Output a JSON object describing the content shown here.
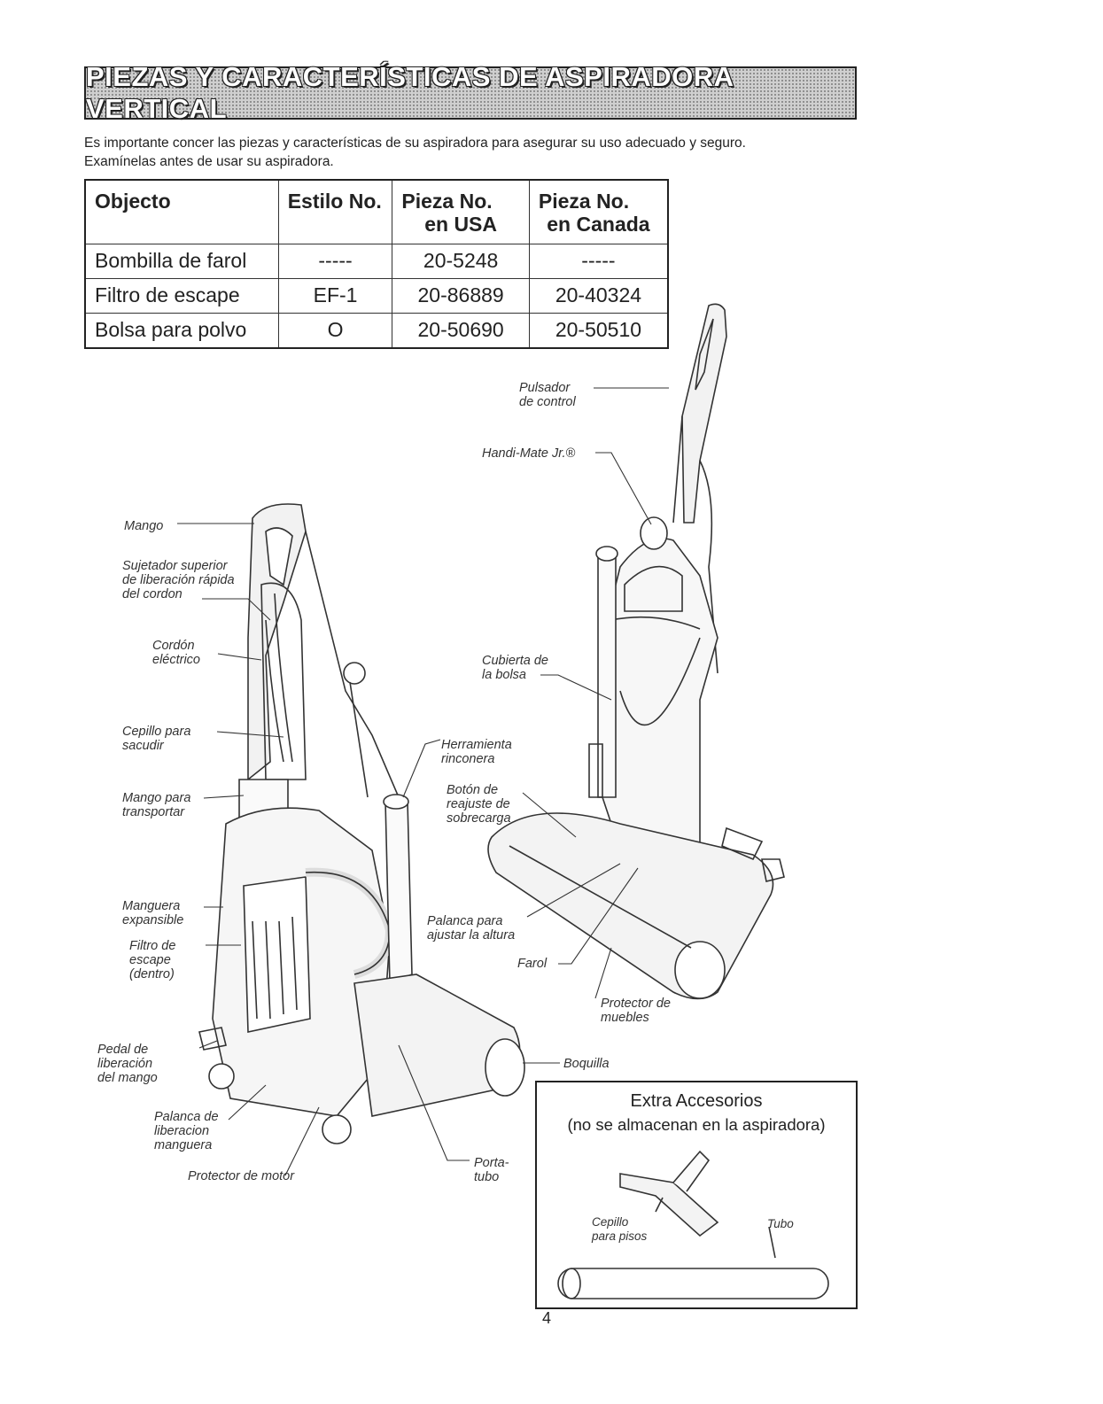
{
  "header": {
    "title": "PIEZAS Y CARACTERÍSTICAS DE ASPIRADORA VERTICAL"
  },
  "intro": {
    "line1": "Es importante concer las piezas y características de su aspiradora para asegurar su uso adecuado y seguro.",
    "line2": "Examínelas antes de usar su aspiradora."
  },
  "table": {
    "headers": [
      {
        "l1": "Objecto",
        "l2": ""
      },
      {
        "l1": "Estilo No.",
        "l2": ""
      },
      {
        "l1": "Pieza No.",
        "l2": "en USA"
      },
      {
        "l1": "Pieza No.",
        "l2": "en Canada"
      }
    ],
    "rows": [
      [
        "Bombilla de farol",
        "-----",
        "20-5248",
        "-----"
      ],
      [
        "Filtro de escape",
        "EF-1",
        "20-86889",
        "20-40324"
      ],
      [
        "Bolsa para polvo",
        "O",
        "20-50690",
        "20-50510"
      ]
    ]
  },
  "labels": {
    "pulsador": "Pulsador\nde control",
    "handimate": "Handi-Mate Jr.®",
    "mango": "Mango",
    "sujetador": "Sujetador superior\nde liberación rápida\ndel cordon",
    "cordon": "Cordón\neléctrico",
    "cubierta": "Cubierta de\nla bolsa",
    "cepillo_sacudir": "Cepillo para\nsacudir",
    "herramienta": "Herramienta\nrinconera",
    "boton": "Botón de\nreajuste de\nsobrecarga",
    "mango_transportar": "Mango para\ntransportar",
    "manguera": "Manguera\nexpansible",
    "palanca_altura": "Palanca para\najustar la altura",
    "filtro": "Filtro de\nescape\n(dentro)",
    "farol": "Farol",
    "protector_muebles": "Protector de\nmuebles",
    "pedal": "Pedal de\nliberación\ndel mango",
    "boquilla": "Boquilla",
    "palanca_liberacion": "Palanca de\nliberacion\nmanguera",
    "protector_motor": "Protector de motor",
    "portatubo": "Porta-\ntubo"
  },
  "extras": {
    "title": "Extra Accesorios",
    "subtitle": "(no se almacenan en la aspiradora)",
    "cepillo": "Cepillo\npara pisos",
    "tubo": "Tubo"
  },
  "page_number": "4"
}
